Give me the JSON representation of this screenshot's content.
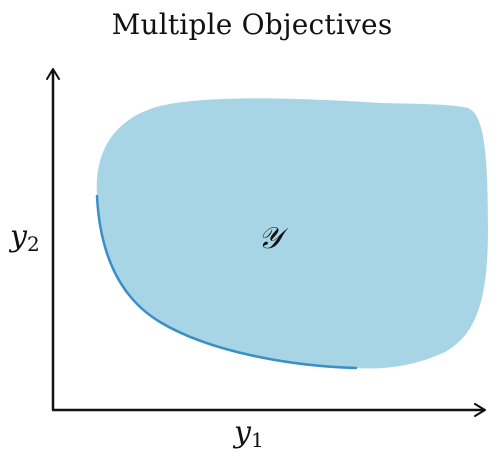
{
  "diagram": {
    "title": "Multiple Objectives",
    "region_label": "𝒴",
    "x_axis": {
      "var": "y",
      "sub": "1"
    },
    "y_axis": {
      "var": "y",
      "sub": "2"
    },
    "colors": {
      "region_fill": "#a8d5e6",
      "pareto_front": "#3a8fc6",
      "axis": "#111111"
    }
  }
}
